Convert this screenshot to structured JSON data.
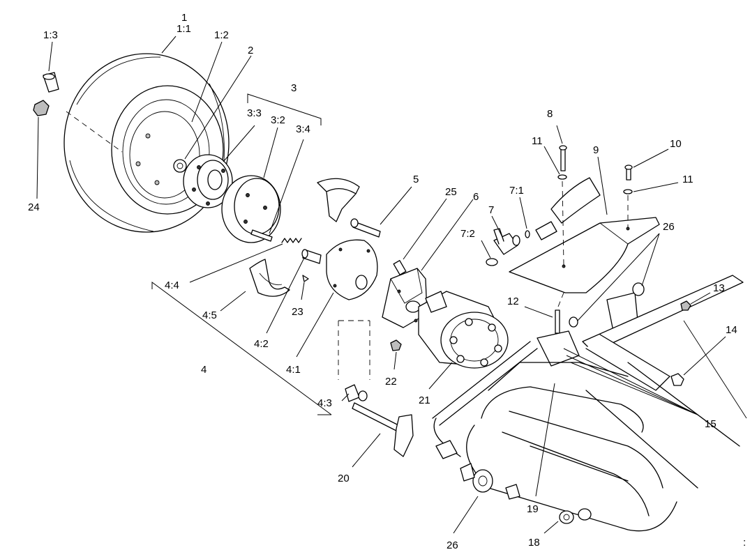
{
  "callouts": {
    "c1": "1",
    "c1_1": "1:1",
    "c1_2": "1:2",
    "c1_3": "1:3",
    "c2": "2",
    "c3": "3",
    "c3_2": "3:2",
    "c3_3": "3:3",
    "c3_4": "3:4",
    "c4": "4",
    "c4_1": "4:1",
    "c4_2": "4:2",
    "c4_3": "4:3",
    "c4_4": "4:4",
    "c4_5": "4:5",
    "c5": "5",
    "c6": "6",
    "c7": "7",
    "c7_1": "7:1",
    "c7_2": "7:2",
    "c8": "8",
    "c9": "9",
    "c10": "10",
    "c11a": "11",
    "c11b": "11",
    "c12": "12",
    "c13": "13",
    "c14": "14",
    "c15": "15",
    "c18": "18",
    "c19": "19",
    "c20": "20",
    "c21": "21",
    "c22": "22",
    "c23": "23",
    "c24": "24",
    "c25": "25",
    "c26a": "26",
    "c26b": "26"
  },
  "corner_mark": ":"
}
